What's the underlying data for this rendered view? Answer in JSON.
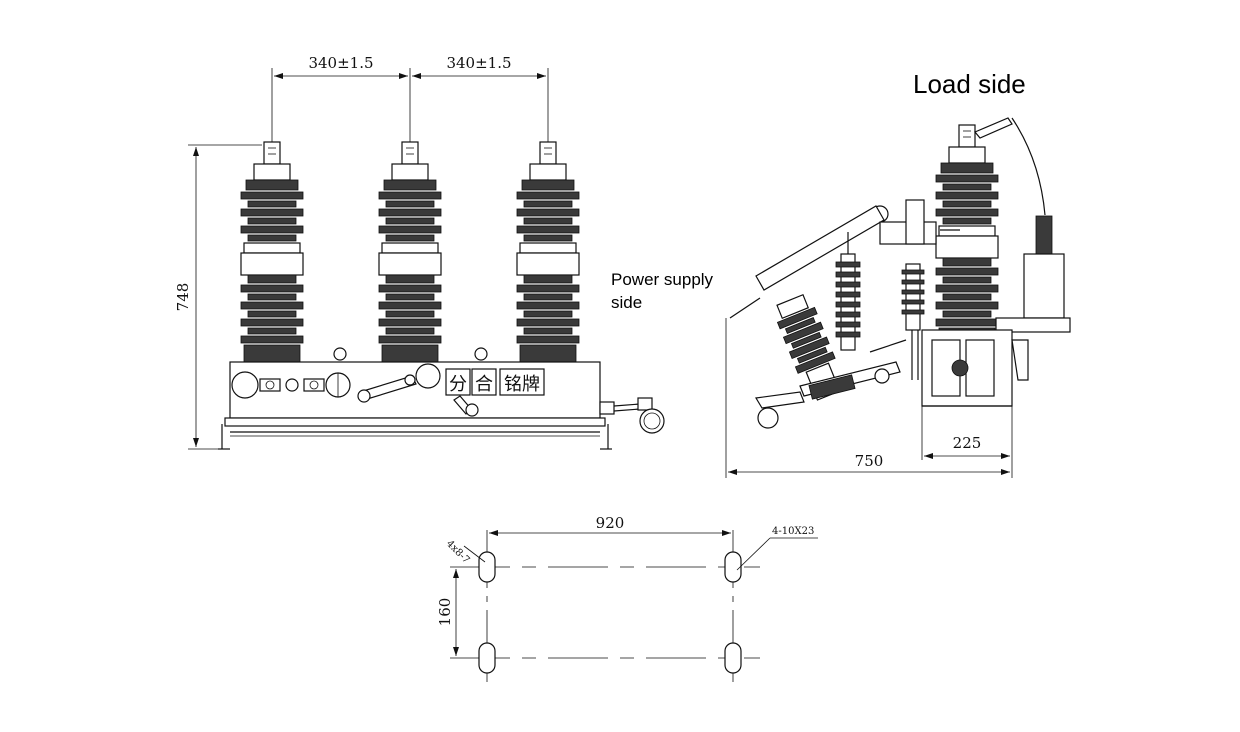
{
  "front_view": {
    "pole_spacing_left": "340±1.5",
    "pole_spacing_right": "340±1.5",
    "height": "748",
    "panel_labels": [
      "分",
      "合",
      "铭牌"
    ]
  },
  "side_view": {
    "load_side_label": "Load side",
    "power_side_label_line1": "Power supply",
    "power_side_label_line2": "side",
    "depth_total": "750",
    "depth_base": "225"
  },
  "mounting_plan": {
    "width": "920",
    "height": "160",
    "slot_note_left": "4x8-7",
    "slot_note_right": "4-10X23"
  },
  "colors": {
    "line": "#111111",
    "insulator": "#3a3a3a"
  }
}
